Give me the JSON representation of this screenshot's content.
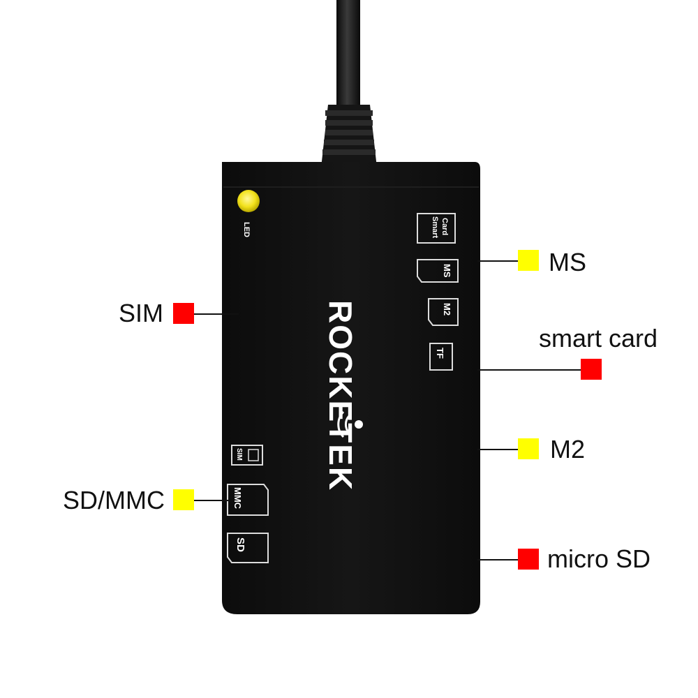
{
  "device": {
    "brand": "ROCKETEK",
    "led_label": "LED",
    "slot_labels": {
      "smart_card_line1": "Smart",
      "smart_card_line2": "Card",
      "ms": "MS",
      "m2": "M2",
      "tf": "TF",
      "sim": "SIM",
      "mmc": "MMC",
      "sd": "SD"
    }
  },
  "callouts": [
    {
      "id": "sim",
      "label": "SIM",
      "marker_color": "#ff0000"
    },
    {
      "id": "sd-mmc",
      "label": "SD/MMC",
      "marker_color": "#ffff00"
    },
    {
      "id": "ms",
      "label": "MS",
      "marker_color": "#ffff00"
    },
    {
      "id": "smart-card",
      "label": "smart card",
      "marker_color": "#ff0000"
    },
    {
      "id": "m2",
      "label": "M2",
      "marker_color": "#ffff00"
    },
    {
      "id": "micro-sd",
      "label": "micro SD",
      "marker_color": "#ff0000"
    }
  ],
  "colors": {
    "device_body": "#111111",
    "led": "#f2e21c",
    "red_marker": "#ff0000",
    "yellow_marker": "#ffff00"
  }
}
